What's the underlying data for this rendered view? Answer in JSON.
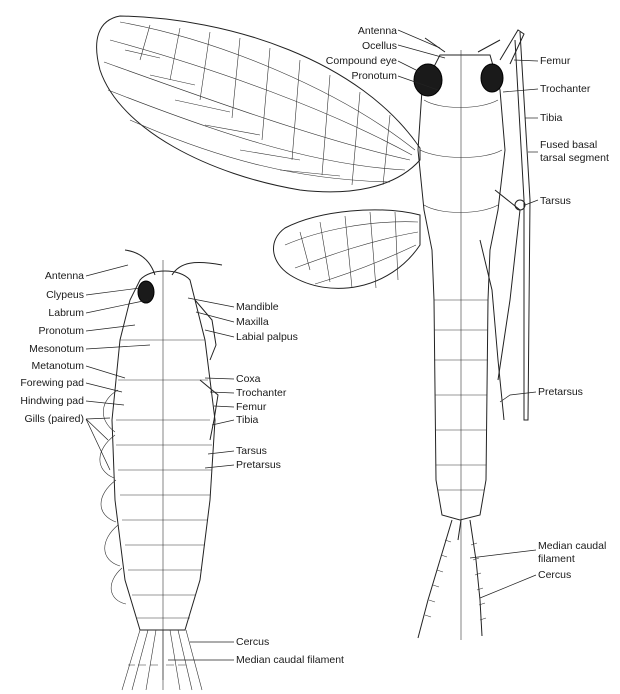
{
  "adult_labels": {
    "antenna": "Antenna",
    "ocellus": "Ocellus",
    "compound_eye": "Compound eye",
    "pronotum": "Pronotum",
    "femur": "Femur",
    "trochanter": "Trochanter",
    "tibia": "Tibia",
    "fused_basal_1": "Fused basal",
    "fused_basal_2": "tarsal segment",
    "tarsus": "Tarsus",
    "pretarsus": "Pretarsus",
    "median_caudal_1": "Median caudal",
    "median_caudal_2": "filament",
    "cercus": "Cercus"
  },
  "nymph_labels": {
    "antenna": "Antenna",
    "clypeus": "Clypeus",
    "labrum": "Labrum",
    "pronotum": "Pronotum",
    "mesonotum": "Mesonotum",
    "metanotum": "Metanotum",
    "forewing_pad": "Forewing pad",
    "hindwing_pad": "Hindwing pad",
    "gills": "Gills (paired)",
    "mandible": "Mandible",
    "maxilla": "Maxilla",
    "labial_palpus": "Labial palpus",
    "coxa": "Coxa",
    "trochanter": "Trochanter",
    "femur": "Femur",
    "tibia": "Tibia",
    "tarsus": "Tarsus",
    "pretarsus": "Pretarsus",
    "cercus": "Cercus",
    "median_caudal": "Median caudal filament"
  }
}
